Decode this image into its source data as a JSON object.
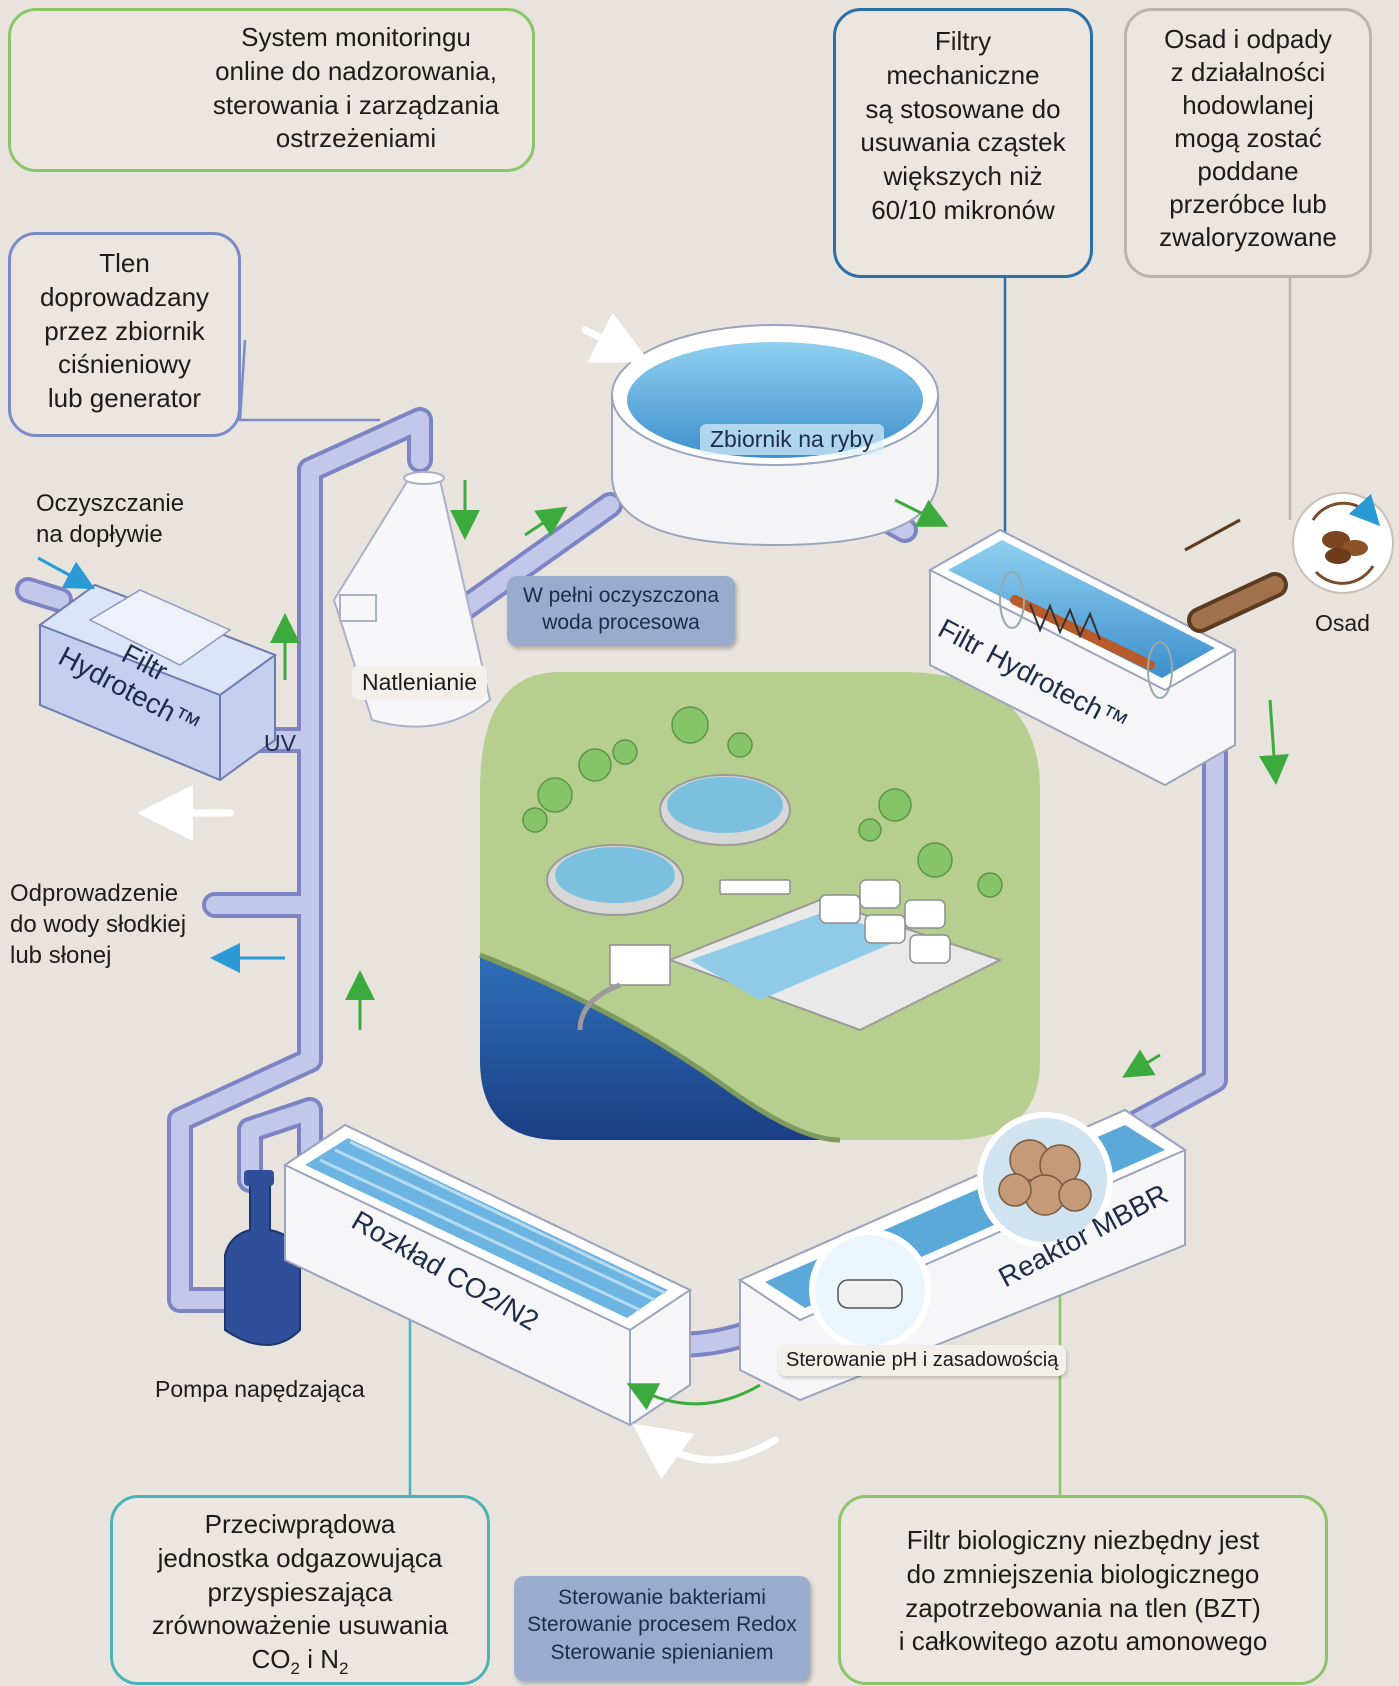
{
  "callouts": {
    "monitoring": [
      "System monitoringu",
      "online do nadzorowania,",
      "sterowania i zarządzania",
      "ostrzeżeniami"
    ],
    "oxygen": [
      "Tlen",
      "doprowadzany",
      "przez zbiornik",
      "ciśnieniowy",
      "lub generator"
    ],
    "mechanical_filters": [
      "Filtry",
      "mechaniczne",
      "są stosowane do",
      "usuwania cząstek",
      "większych niż",
      "60/10 mikronów"
    ],
    "sludge": [
      "Osad i odpady",
      "z działalności",
      "hodowlanej",
      "mogą zostać",
      "poddane",
      "przeróbce lub",
      "zwaloryzowane"
    ],
    "degassing": {
      "lines": [
        "Przeciwprądowa",
        "jednostka odgazowująca",
        "przyspieszająca",
        "zrównoważenie usuwania"
      ],
      "formula_a": "CO",
      "formula_a_sub": "2",
      "formula_join": " i N",
      "formula_b_sub": "2"
    },
    "biofilter": [
      "Filtr biologiczny niezbędny jest",
      "do zmniejszenia biologicznego",
      "zapotrzebowania na tlen (BZT)",
      "i całkowitego azotu amonowego"
    ]
  },
  "labels": {
    "inflow_treatment": [
      "Oczyszczanie",
      "na dopływie"
    ],
    "discharge": [
      "Odprowadzenie",
      "do wody słodkiej",
      "lub słonej"
    ],
    "fish_tank": "Zbiornik na ryby",
    "oxygenation": "Natlenianie",
    "treated_water": [
      "W pełni oczyszczona",
      "woda procesowa"
    ],
    "uv": "UV",
    "sludge_short": "Osad",
    "pump": "Pompa napędzająca",
    "ph_control": "Sterowanie pH i zasadowością",
    "bacteria_control": [
      "Sterowanie bakteriami",
      "Sterowanie procesem Redox",
      "Sterowanie spienianiem"
    ]
  },
  "units": {
    "hydrotech_left": [
      "Filtr",
      "Hydrotech™"
    ],
    "hydrotech_right": "Filtr Hydrotech™",
    "co2_n2": "Rozkład CO2/N2",
    "mbbr": "Reaktor MBBR"
  },
  "colors": {
    "background": "#e8e3dc",
    "pipe": "#c3c7ea",
    "pipe_edge": "#7d84c4",
    "water": "#5aa9d8",
    "green_arrow": "#3caa3c",
    "blue_arrow": "#2a9ad6",
    "callout_green": "#8cc46a",
    "callout_blue": "#7a8bc8",
    "callout_teal": "#4ab3b8",
    "callout_grey": "#b9b4ad",
    "tag": "#9aacce"
  }
}
